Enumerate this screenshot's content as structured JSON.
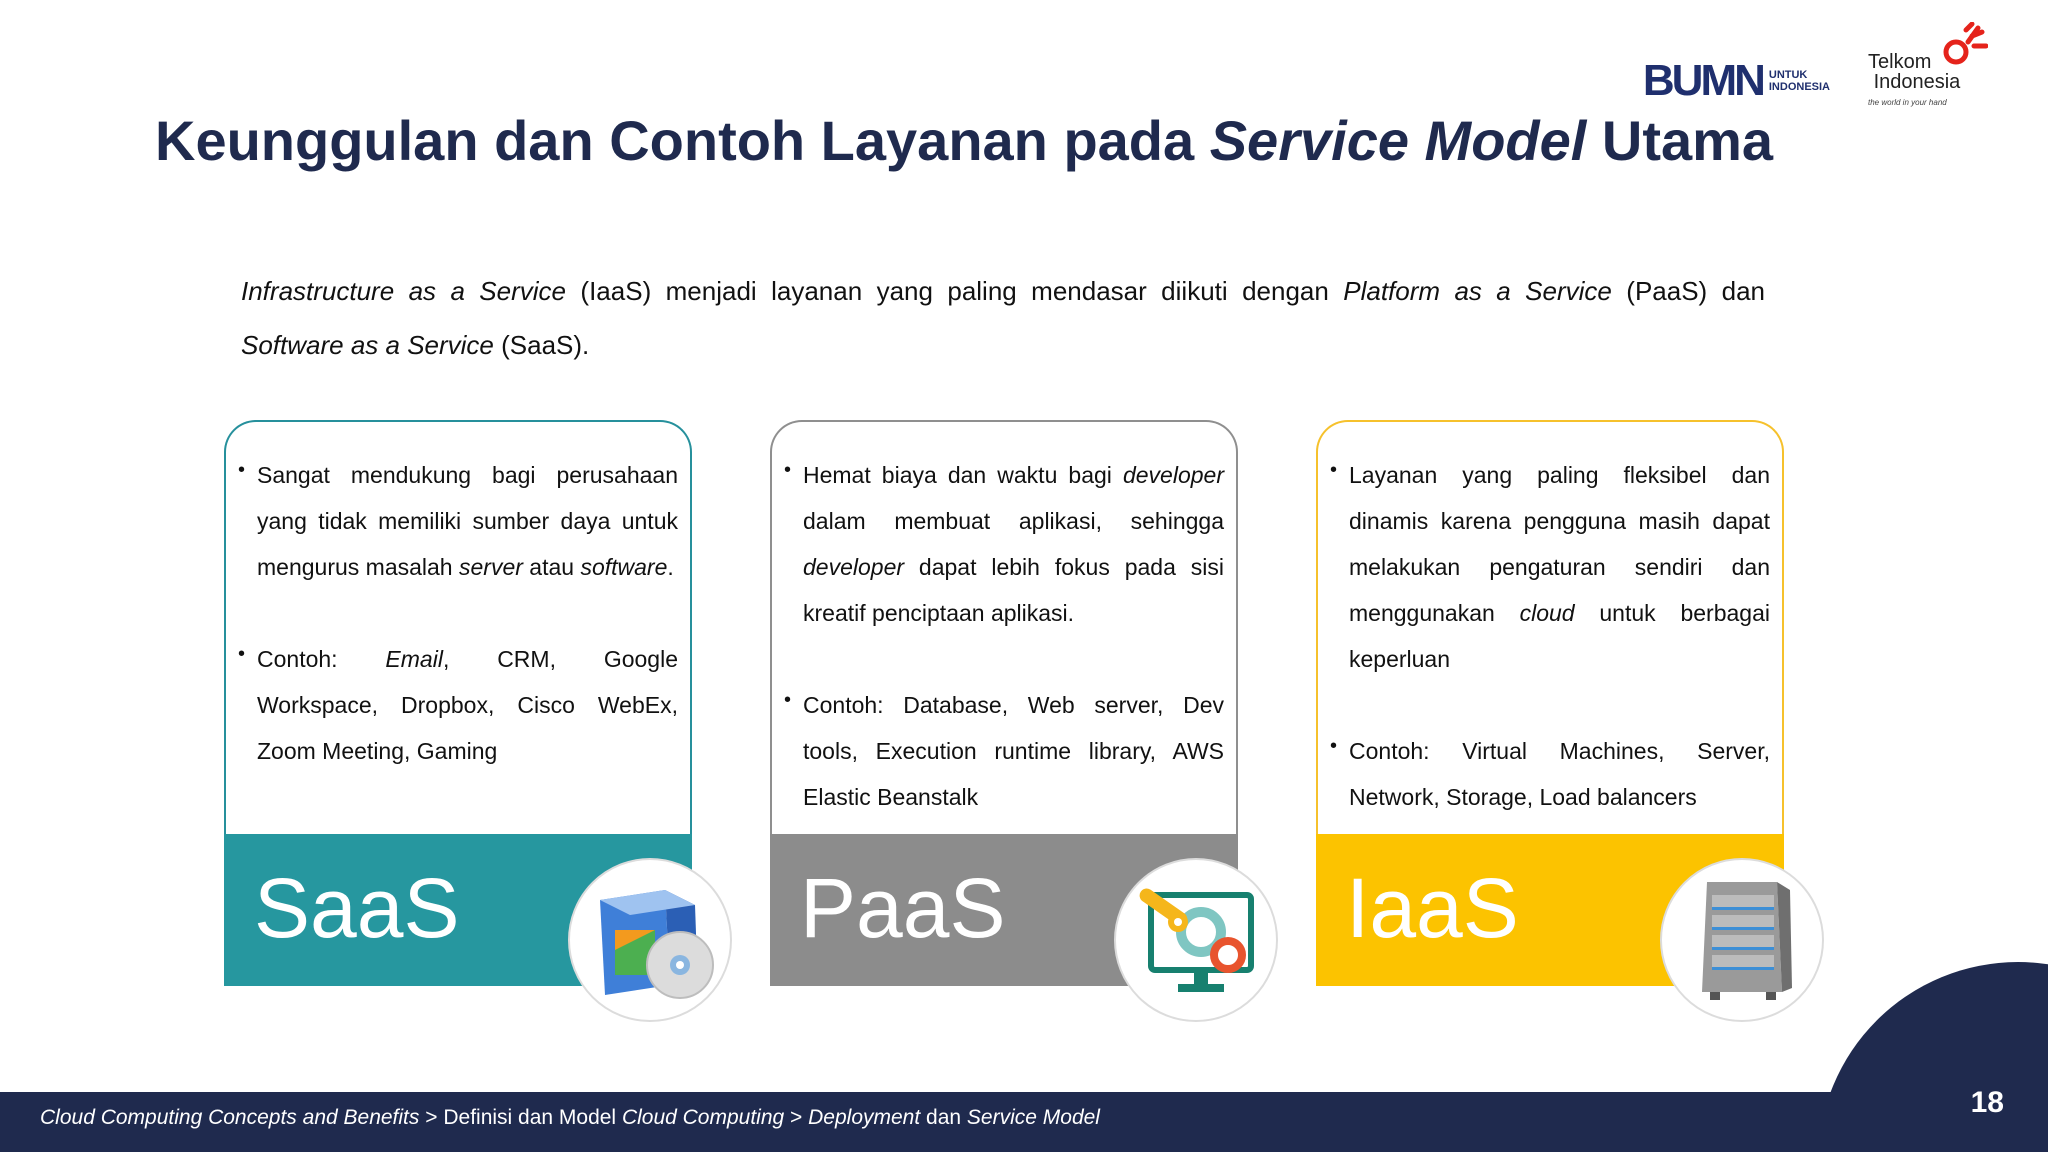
{
  "title": {
    "part1": "Keunggulan dan Contoh Layanan pada ",
    "italic": "Service Model",
    "part2": " Utama"
  },
  "logos": {
    "bumn_mark": "BUMN",
    "bumn_sub1": "UNTUK",
    "bumn_sub2": "INDONESIA",
    "telkom_line1": "Telkom",
    "telkom_line2": "Indonesia",
    "telkom_tagline": "the world in your hand"
  },
  "intro": {
    "t1": "Infrastructure as a Service",
    "t2": " (IaaS)  menjadi layanan yang paling  mendasar diikuti dengan ",
    "t3": "Platform as  a Service",
    "t4": " (PaaS) dan",
    "t5": "Software as a  Service",
    "t6": " (SaaS)."
  },
  "cards": {
    "saas": {
      "b1a": "Sangat mendukung bagi perusahaan yang tidak memiliki sumber daya untuk mengurus masalah ",
      "b1b": "server",
      "b1c": " atau ",
      "b1d": "software",
      "b1e": ".",
      "b2a": "Contoh: ",
      "b2b": "Email",
      "b2c": ", CRM, Google Workspace, Dropbox, Cisco WebEx, Zoom Meeting, Gaming",
      "label": "SaaS",
      "color": "#26979f"
    },
    "paas": {
      "b1a": "Hemat biaya dan waktu bagi ",
      "b1b": "developer",
      "b1c": " dalam membuat aplikasi, sehingga ",
      "b1d": "developer",
      "b1e": " dapat lebih fokus pada sisi kreatif penciptaan aplikasi.",
      "b2": "Contoh: Database, Web server, Dev tools, Execution runtime library, AWS Elastic Beanstalk",
      "label": "PaaS",
      "color": "#8c8c8c"
    },
    "iaas": {
      "b1a": "Layanan yang paling fleksibel dan dinamis karena pengguna masih dapat melakukan pengaturan sendiri dan menggunakan ",
      "b1b": "cloud",
      "b1c": " untuk berbagai keperluan",
      "b2": "Contoh: Virtual Machines, Server, Network, Storage, Load balancers",
      "label": "IaaS",
      "color": "#fcc300"
    }
  },
  "footer": {
    "crumb1": "Cloud Computing Concepts and Benefits",
    "sep1": " > ",
    "crumb2a": "Definisi dan Model ",
    "crumb2b": "Cloud Computing",
    "sep2": " > ",
    "crumb3a": "Deployment",
    "crumb3b": " dan ",
    "crumb3c": "Service Model",
    "page_number": "18"
  },
  "icons": [
    "software-box-icon",
    "gear-monitor-icon",
    "server-tower-icon",
    "telkom-swirl-icon"
  ]
}
